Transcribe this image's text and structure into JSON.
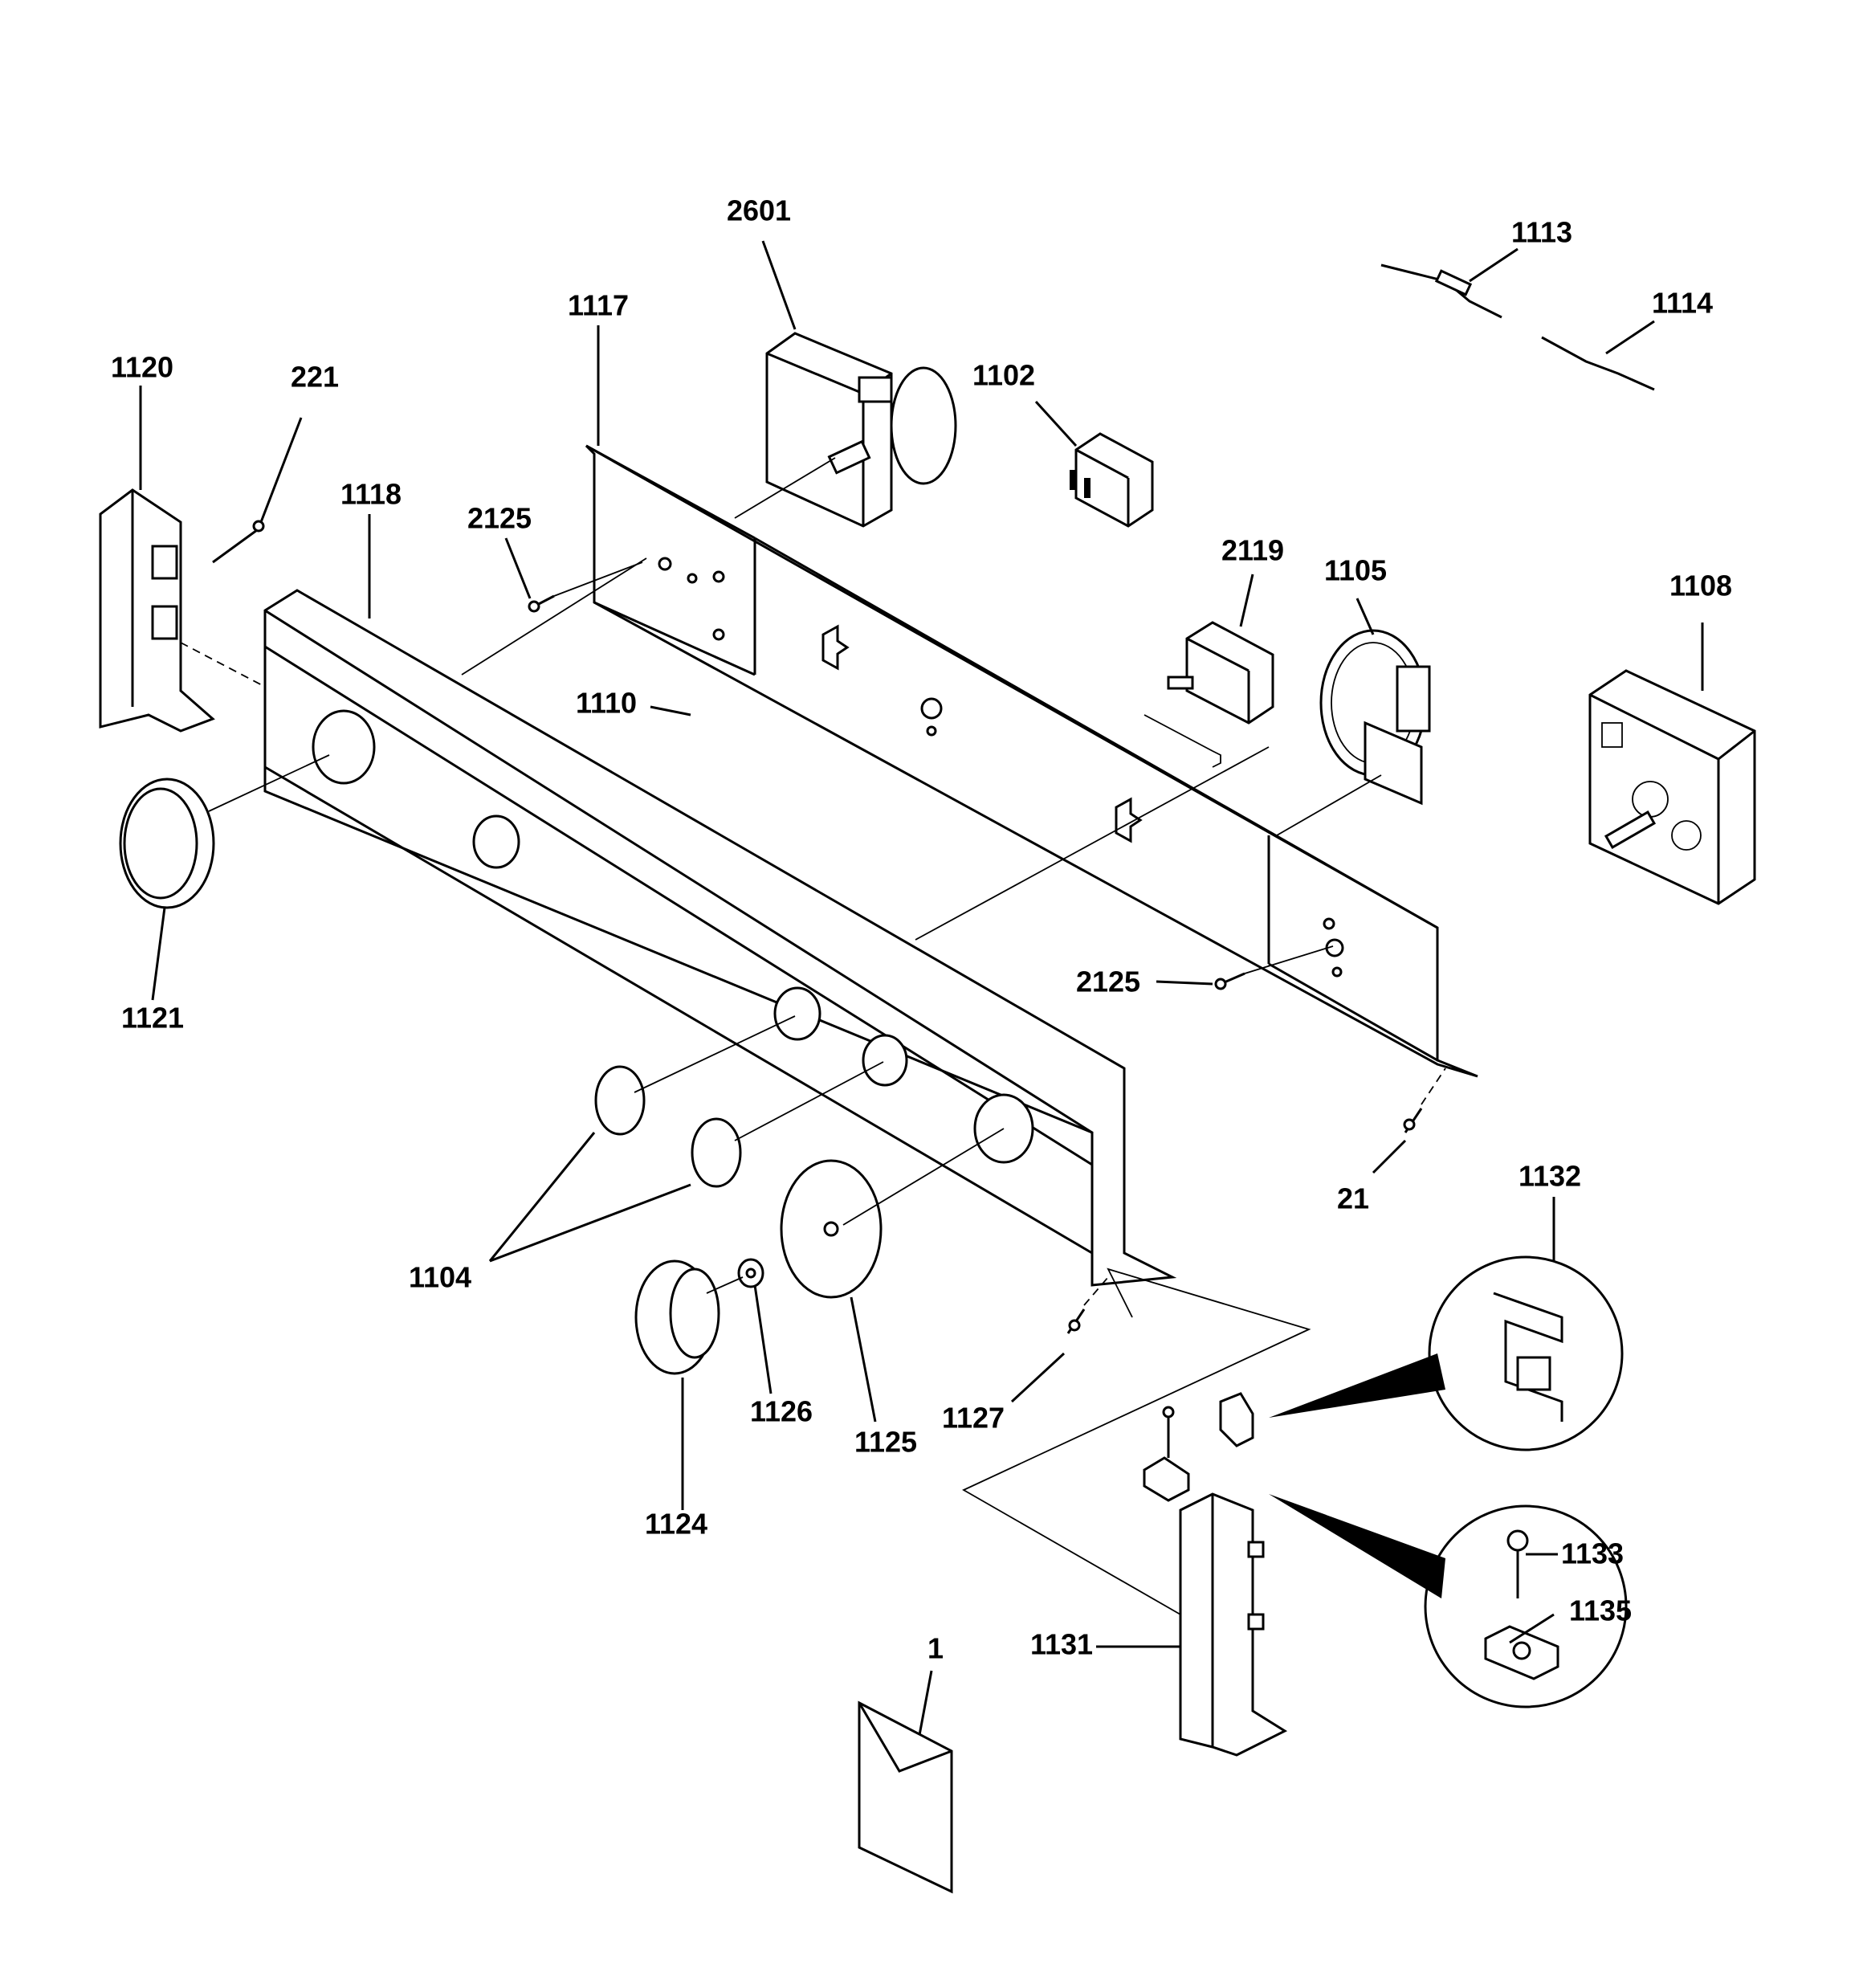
{
  "labels": {
    "p2601": "2601",
    "p1113": "1113",
    "p1114": "1114",
    "p1117": "1117",
    "p1120": "1120",
    "p221": "221",
    "p1102": "1102",
    "p1118": "1118",
    "p2125a": "2125",
    "p2119": "2119",
    "p1105": "1105",
    "p1108": "1108",
    "p1110": "1110",
    "p1121": "1121",
    "p2125b": "2125",
    "p21": "21",
    "p1132": "1132",
    "p1104": "1104",
    "p1126": "1126",
    "p1125": "1125",
    "p1127": "1127",
    "p1124": "1124",
    "p1133": "1133",
    "p1135": "1135",
    "p1131": "1131",
    "p1": "1"
  }
}
